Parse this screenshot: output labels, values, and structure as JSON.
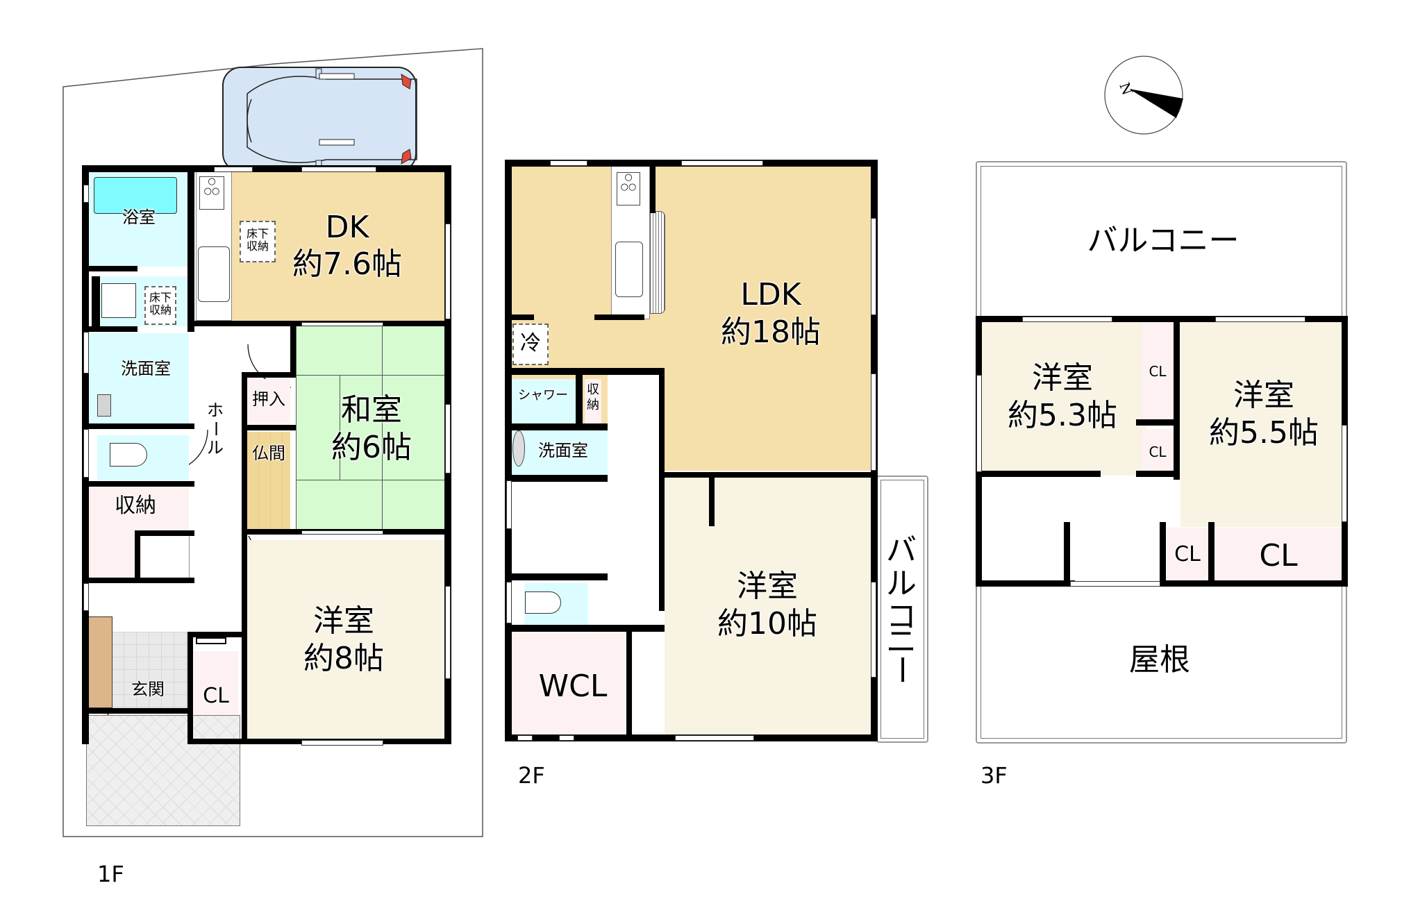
{
  "compass": {
    "label": "N"
  },
  "floors": [
    {
      "id": "1F",
      "label": "1F",
      "rooms": [
        {
          "key": "bath",
          "name": "浴室"
        },
        {
          "key": "dk",
          "name": "DK",
          "size": "約7.6帖"
        },
        {
          "key": "underfloor_1",
          "name": "床下\n収納",
          "line1": "床下",
          "line2": "収納"
        },
        {
          "key": "underfloor_2",
          "name": "床下収納",
          "line1": "床下",
          "line2": "収納"
        },
        {
          "key": "washroom",
          "name": "洗面室"
        },
        {
          "key": "hall",
          "name": "ホール",
          "chars": [
            "ホ",
            "ー",
            "ル"
          ]
        },
        {
          "key": "oshiire",
          "name": "押入"
        },
        {
          "key": "butsuma",
          "name": "仏間"
        },
        {
          "key": "washitsu",
          "name": "和室",
          "size": "約6帖"
        },
        {
          "key": "storage",
          "name": "収納"
        },
        {
          "key": "yoshitsu",
          "name": "洋室",
          "size": "約8帖"
        },
        {
          "key": "entrance",
          "name": "玄関"
        },
        {
          "key": "closet",
          "name": "CL"
        }
      ]
    },
    {
      "id": "2F",
      "label": "2F",
      "rooms": [
        {
          "key": "ldk",
          "name": "LDK",
          "size": "約18帖"
        },
        {
          "key": "fridge",
          "name": "冷"
        },
        {
          "key": "shower",
          "name": "シャワー"
        },
        {
          "key": "storage",
          "name": "収納",
          "line1": "収",
          "line2": "納"
        },
        {
          "key": "washroom",
          "name": "洗面室"
        },
        {
          "key": "yoshitsu",
          "name": "洋室",
          "size": "約10帖"
        },
        {
          "key": "wcl",
          "name": "WCL"
        },
        {
          "key": "balcony",
          "name": "バルコニー",
          "chars": [
            "バ",
            "ル",
            "コ",
            "ニ",
            "ー"
          ]
        }
      ]
    },
    {
      "id": "3F",
      "label": "3F",
      "rooms": [
        {
          "key": "balcony",
          "name": "バルコニー"
        },
        {
          "key": "yoshitsu_a",
          "name": "洋室",
          "size": "約5.3帖"
        },
        {
          "key": "yoshitsu_b",
          "name": "洋室",
          "size": "約5.5帖"
        },
        {
          "key": "cl_1",
          "name": "CL"
        },
        {
          "key": "cl_2",
          "name": "CL"
        },
        {
          "key": "cl_3",
          "name": "CL"
        },
        {
          "key": "cl_4",
          "name": "CL"
        },
        {
          "key": "roof",
          "name": "屋根"
        }
      ]
    }
  ],
  "colors": {
    "wall": "#000000",
    "dk_ldk": "#f5dfaa",
    "yoshitsu": "#f8f3e2",
    "washitsu": "#d6fbd1",
    "water": "#dcfdff",
    "bathtub": "#80fbff",
    "closet": "#fdf1f1",
    "butsuma": "#f0d697",
    "shoebox": "#dcb688",
    "porch": "#efefef",
    "car": "#d5e5f5",
    "car_light": "#e04a3a"
  }
}
